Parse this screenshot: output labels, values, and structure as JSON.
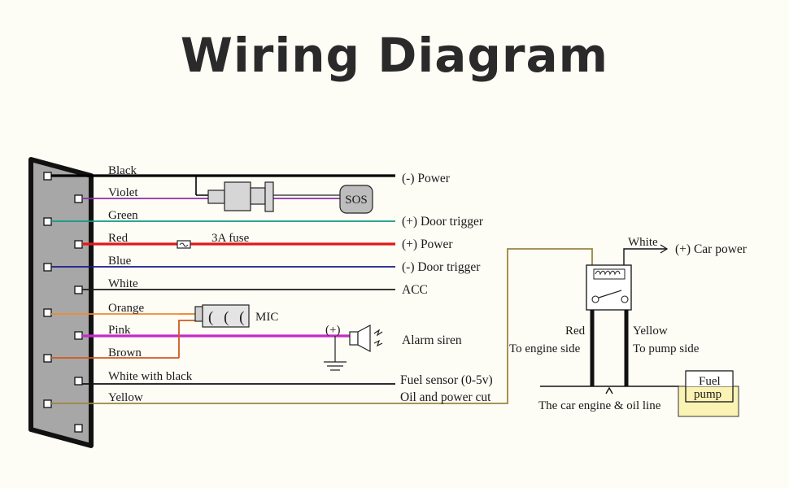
{
  "title": "Wiring Diagram",
  "wires": [
    {
      "label": "Black",
      "color": "#000000",
      "destination": "(-) Power"
    },
    {
      "label": "Violet",
      "color": "#8b2fa8",
      "destination": ""
    },
    {
      "label": "Green",
      "color": "#0e9a86",
      "destination": "(+) Door trigger"
    },
    {
      "label": "Red",
      "color": "#e01818",
      "destination": "(+) Power"
    },
    {
      "label": "Blue",
      "color": "#1a1a8c",
      "destination": "(-) Door trigger"
    },
    {
      "label": "White",
      "color": "#1a1a1a",
      "destination": "ACC"
    },
    {
      "label": "Orange",
      "color": "#f08a2a",
      "destination": ""
    },
    {
      "label": "Pink",
      "color": "#c42ac8",
      "destination": ""
    },
    {
      "label": "Brown",
      "color": "#d2591e",
      "destination": ""
    },
    {
      "label": "White with black",
      "color": "#111111",
      "destination": "Fuel sensor (0-5v)"
    },
    {
      "label": "Yellow",
      "color": "#9a8640",
      "destination": "Oil and power cut"
    }
  ],
  "components": {
    "sos": "SOS",
    "fuse": "3A fuse",
    "mic": "MIC",
    "mic_glyphs": "( ( (",
    "siren_polarity": "(+)",
    "alarm_siren": "Alarm siren"
  },
  "relay": {
    "white_label": "White",
    "car_power": "(+) Car power",
    "red_label": "Red",
    "to_engine": "To engine side",
    "yellow_label": "Yellow",
    "to_pump": "To pump side",
    "engine_line": "The car engine & oil line",
    "fuel": "Fuel",
    "pump": "pump"
  }
}
